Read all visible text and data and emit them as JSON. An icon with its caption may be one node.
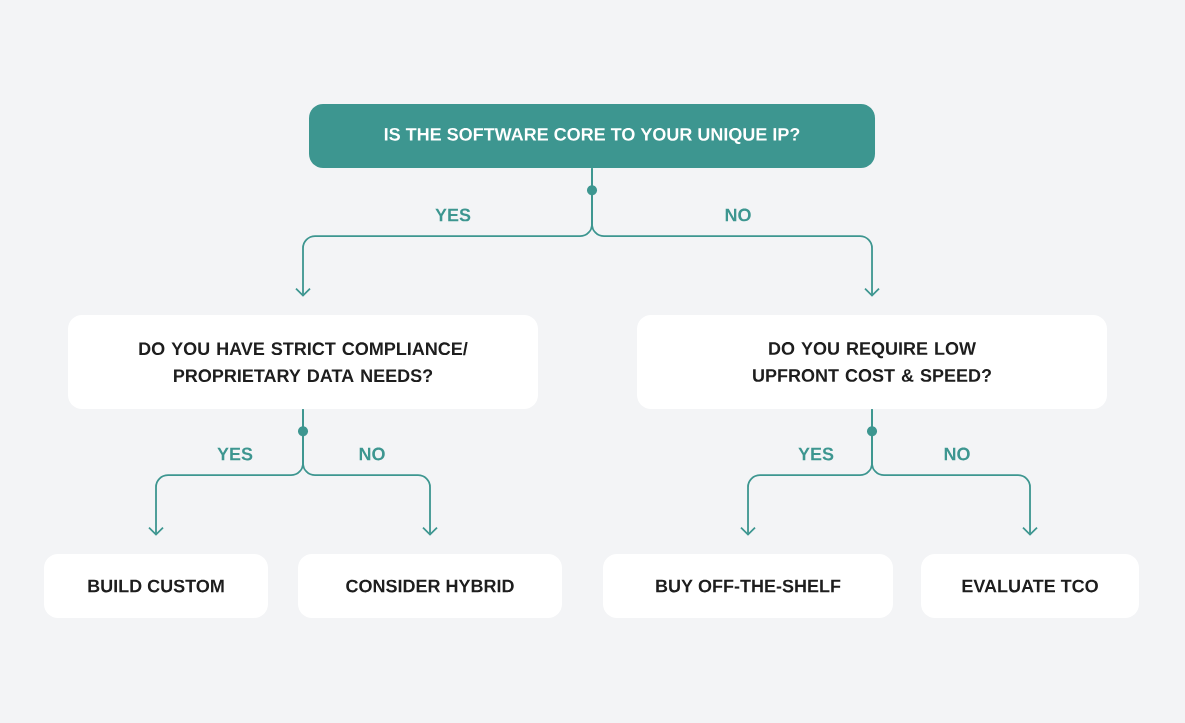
{
  "diagram": {
    "nodes": [
      {
        "text": [
          "IS THE SOFTWARE CORE TO YOUR UNIQUE IP?"
        ]
      },
      {
        "text": [
          "DO YOU HAVE STRICT COMPLIANCE/ PROPRIETARY DATA NEEDS?"
        ]
      },
      {
        "text": [
          "DO YOU REQUIRE LOW UPFRONT COST & SPEED?"
        ]
      },
      {
        "text": [
          "BUILD CUSTOM"
        ]
      },
      {
        "text": [
          "CONSIDER HYBRID"
        ]
      },
      {
        "text": [
          "BUY OFF-THE-SHELF"
        ]
      },
      {
        "text": [
          "EVALUATE TCO"
        ]
      }
    ],
    "edges": [
      {
        "from": 0,
        "to": 1,
        "arrow": "to",
        "label": "YES"
      },
      {
        "from": 0,
        "to": 2,
        "arrow": "to",
        "label": "NO"
      },
      {
        "from": 1,
        "to": 3,
        "arrow": "to",
        "label": "YES"
      },
      {
        "from": 1,
        "to": 4,
        "arrow": "to",
        "label": "NO"
      },
      {
        "from": 2,
        "to": 5,
        "arrow": "to",
        "label": "YES"
      },
      {
        "from": 2,
        "to": 6,
        "arrow": "to",
        "label": "NO"
      }
    ]
  }
}
